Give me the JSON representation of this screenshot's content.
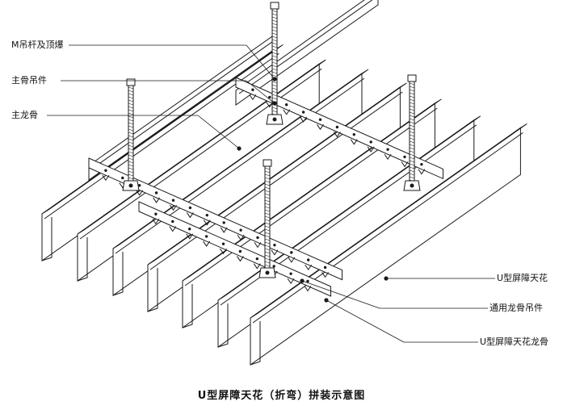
{
  "labels": {
    "hanger_rod": "M吊杆及顶爆",
    "main_runner_clip": "主骨吊件",
    "main_runner": "主龙骨",
    "baffle": "U型屏障天花",
    "universal_clip": "通用龙骨吊件",
    "baffle_carrier": "U型屏障天花龙骨"
  },
  "caption": "U型屏障天花（折弯）拼装示意图",
  "colors": {
    "line": "#1a1a1a",
    "background": "#ffffff"
  }
}
